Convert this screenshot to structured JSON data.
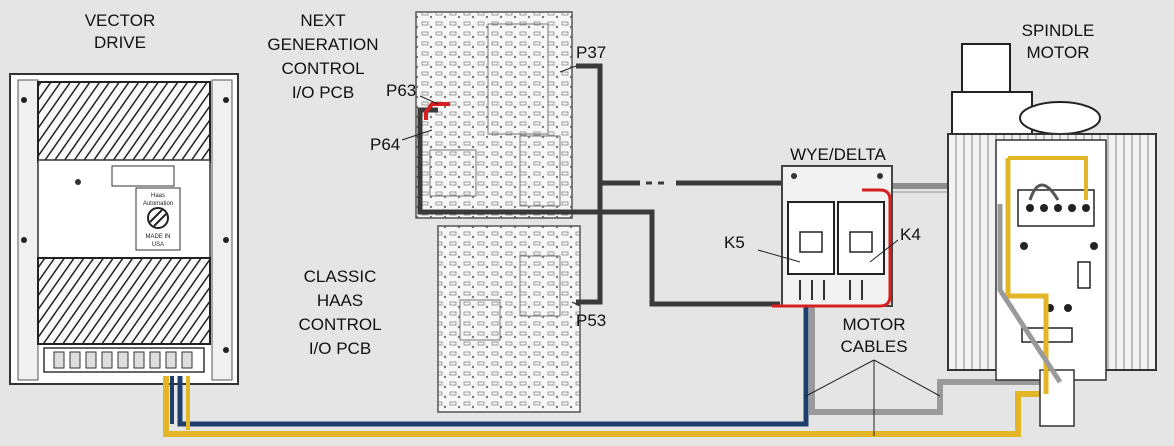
{
  "labels": {
    "vector_drive": [
      "VECTOR",
      "DRIVE"
    ],
    "next_gen_pcb": [
      "NEXT",
      "GENERATION",
      "CONTROL",
      "I/O PCB"
    ],
    "classic_pcb": [
      "CLASSIC",
      "HAAS",
      "CONTROL",
      "I/O PCB"
    ],
    "spindle_motor": [
      "SPINDLE",
      "MOTOR"
    ],
    "wye_delta": "WYE/DELTA",
    "motor_cables": [
      "MOTOR",
      "CABLES"
    ],
    "p37": "P37",
    "p63": "P63",
    "p64": "P64",
    "p53": "P53",
    "k4": "K4",
    "k5": "K5"
  },
  "badge": {
    "line1": "Haas",
    "line2": "Automation",
    "line3": "MADE IN",
    "line4": "USA"
  },
  "colors": {
    "background": "#e5e5e5",
    "cable_yellow": "#e3b628",
    "cable_blue": "#1e3f6e",
    "cable_gray": "#8c8c8c",
    "cable_dark": "#3a3a3a",
    "highlight_red": "#d62020"
  }
}
